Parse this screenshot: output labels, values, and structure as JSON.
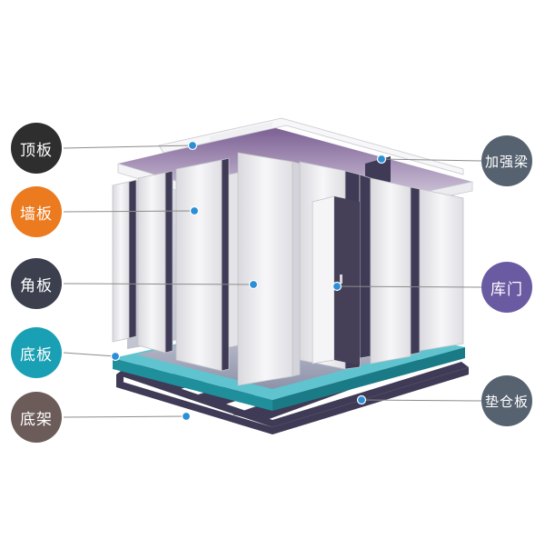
{
  "labels": {
    "ceiling": {
      "text": "顶板",
      "color": "#2e2e2e"
    },
    "wall": {
      "text": "墙板",
      "color": "#ec7a1e"
    },
    "corner": {
      "text": "角板",
      "color": "#3b3f4e"
    },
    "floor": {
      "text": "底板",
      "color": "#1aa0b4"
    },
    "frame": {
      "text": "底架",
      "color": "#6b5c59"
    },
    "beam": {
      "text": "加强梁",
      "color": "#566270"
    },
    "door": {
      "text": "库门",
      "color": "#6a5aa2"
    },
    "pad": {
      "text": "垫仓板",
      "color": "#566270"
    }
  },
  "colors": {
    "panel": "#f1f1f3",
    "ceiling_inner": "#8a6fa0",
    "floor": "#2aa7b2",
    "frame": "#3f3a55",
    "door": "#454058",
    "marker": "#2c8fd6",
    "leader": "#888888"
  }
}
